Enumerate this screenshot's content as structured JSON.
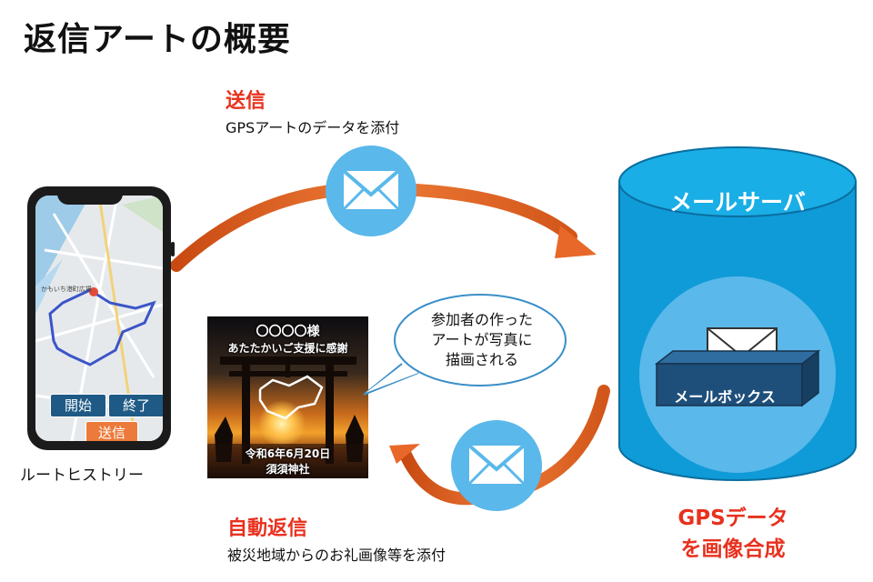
{
  "title": "返信アートの概要",
  "send": {
    "heading": "送信",
    "description": "GPSアートのデータを添付"
  },
  "reply": {
    "heading": "自動返信",
    "description": "被災地域からのお礼画像等を添付"
  },
  "phone": {
    "caption": "ルートヒストリー",
    "start_button": "開始",
    "end_button": "終了",
    "send_button": "送信",
    "map_label": "かもいち港町広場"
  },
  "art_image": {
    "line1": "〇〇〇〇様",
    "line2": "あたたかいご支援に感謝",
    "line3": "令和6年6月20日",
    "line4": "須須神社"
  },
  "bubble": {
    "line1": "参加者の作った",
    "line2": "アートが写真に",
    "line3": "描画される"
  },
  "server": {
    "label": "メールサーバ",
    "mailbox_label": "メールボックス"
  },
  "synthesis": {
    "line1": "GPSデータ",
    "line2": "を画像合成"
  },
  "colors": {
    "accent_red": "#e8311e",
    "arrow_orange": "#e8682a",
    "server_blue": "#0f9bd7",
    "envelope_circle": "#5ab8ea",
    "mailbox_navy": "#1e4f7a",
    "phone_button_blue": "#1e5a85",
    "phone_button_orange": "#ec7a3a"
  },
  "icons": [
    "envelope-icon",
    "smartphone-icon",
    "database-cylinder-icon",
    "speech-bubble-icon",
    "torii-gate-icon"
  ]
}
